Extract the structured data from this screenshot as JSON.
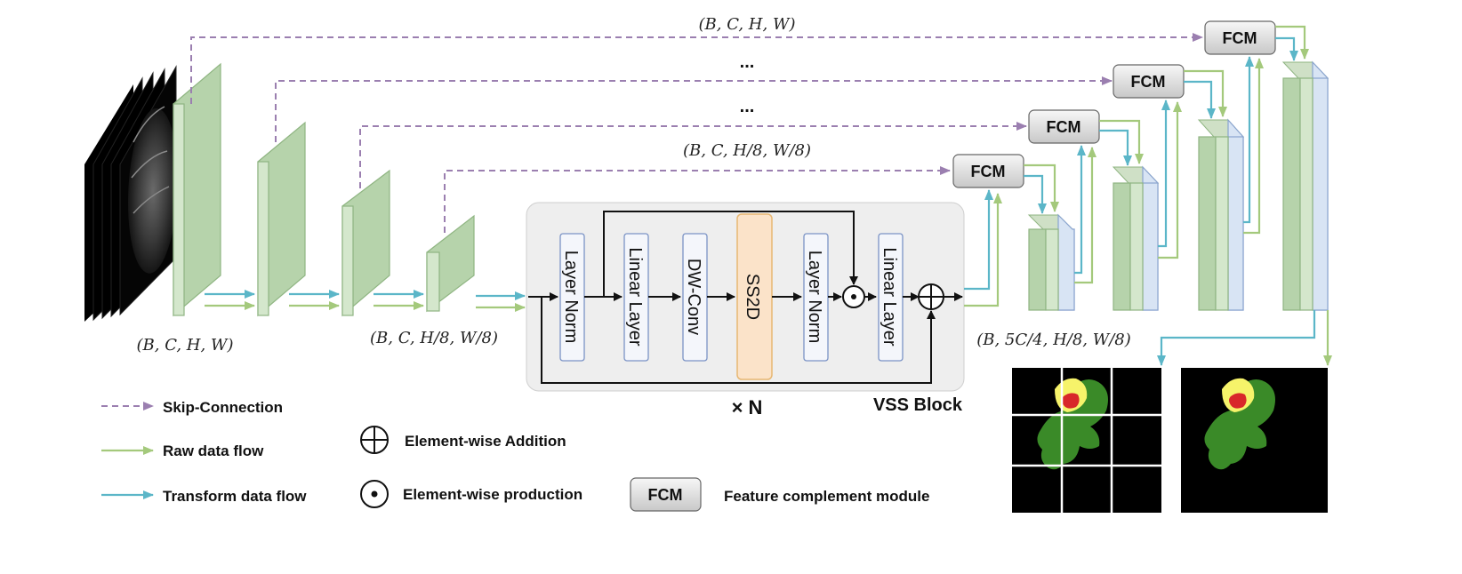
{
  "fcm_label": "FCM",
  "dots": "...",
  "shape_full": "(B, C, H, W)",
  "shape_small": "(B, C, H/8, W/8)",
  "shape_decoder": "(B, 5C/4, H/8, W/8)",
  "vss_block": {
    "title": "VSS Block",
    "repeat": "× N",
    "layers": [
      "Layer Norm",
      "Linear Layer",
      "DW-Conv",
      "SS2D",
      "Layer Norm",
      "Linear Layer"
    ]
  },
  "legend": {
    "skip": "Skip-Connection",
    "raw": "Raw data flow",
    "transform": "Transform data flow",
    "add": "Element-wise Addition",
    "prod": "Element-wise production",
    "fcm_desc": "Feature complement module"
  },
  "colors": {
    "skip": "#9b7fb0",
    "raw": "#a4c97c",
    "transform": "#5bb6c8",
    "feature_green": "#c9dfc0",
    "feature_blue": "#d8e4f4",
    "ss2d": "#fbe3c9",
    "vss_bg": "#eeeeee",
    "tumor_green": "#3a8a28",
    "tumor_yellow": "#f6f36a",
    "tumor_red": "#d8282a"
  }
}
